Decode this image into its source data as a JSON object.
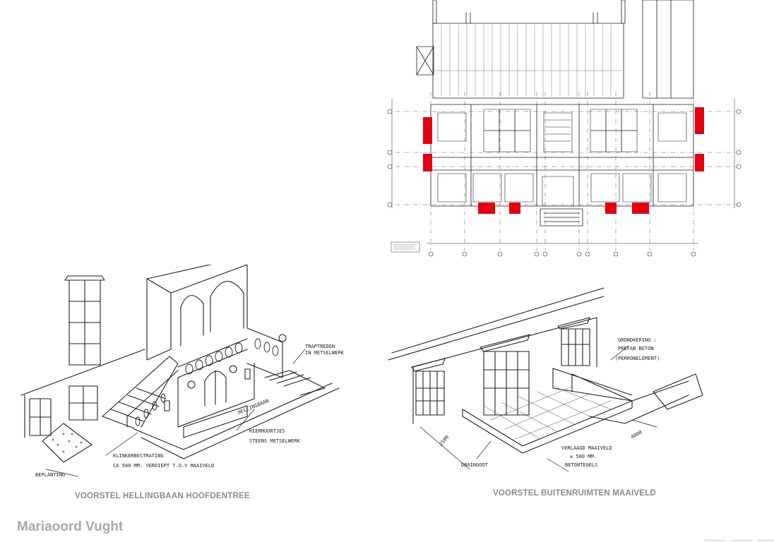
{
  "project_title": "Mariaoord Vught",
  "drawings": [
    {
      "id": "floorplan",
      "caption": ""
    },
    {
      "id": "ramp",
      "caption": "VOORSTEL HELLINGBAAN HOOFDENTREE",
      "notes": {
        "treden_1": "TRAPTREDEN",
        "treden_2": "IN METSELWERK",
        "helling": "HELLINGBAAN",
        "keer_1": "KEERMUURTJES",
        "keer_2": "STEENS METSELWERK",
        "klinker_1": "KLINKERBESTRATING",
        "klinker_2": "CA 500 MM. VERDIEPT T.O.V MAAIVELD",
        "beplanting": "BEPLANTING"
      }
    },
    {
      "id": "courtyard",
      "caption": "VOORSTEL BUITENRUIMTEN MAAIVELD",
      "notes": {
        "grond_1": "GRONDKERING :",
        "grond_2": "PREFAB BETON",
        "grond_3": "(PERRONELEMENT)",
        "verlaagd_1": "VERLAAGD MAAIVELD",
        "verlaagd_2": "± 500 MM.",
        "verlaagd_3": "BETONTEGELS",
        "drain": "DRAINGOOT",
        "dim_a": "2500",
        "dim_b": "4000"
      }
    }
  ],
  "highlight_color": "#e3000f"
}
